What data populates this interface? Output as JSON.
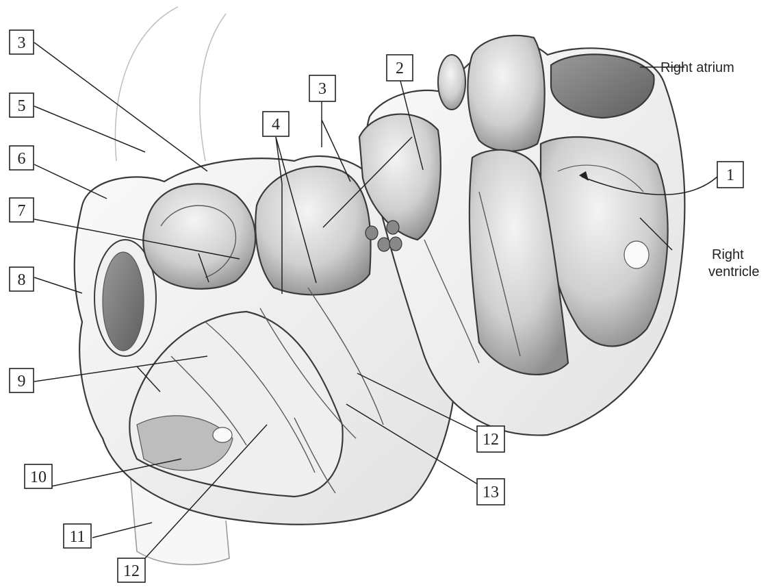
{
  "labels": {
    "n1": "1",
    "n2": "2",
    "n3a": "3",
    "n3b": "3",
    "n4": "4",
    "n5": "5",
    "n6": "6",
    "n7": "7",
    "n8": "8",
    "n9": "9",
    "n10": "10",
    "n11": "11",
    "n12a": "12",
    "n12b": "12",
    "n13": "13",
    "right_atrium": "Right atrium",
    "right_ventricle_line1": "Right",
    "right_ventricle_line2": "ventricle"
  }
}
